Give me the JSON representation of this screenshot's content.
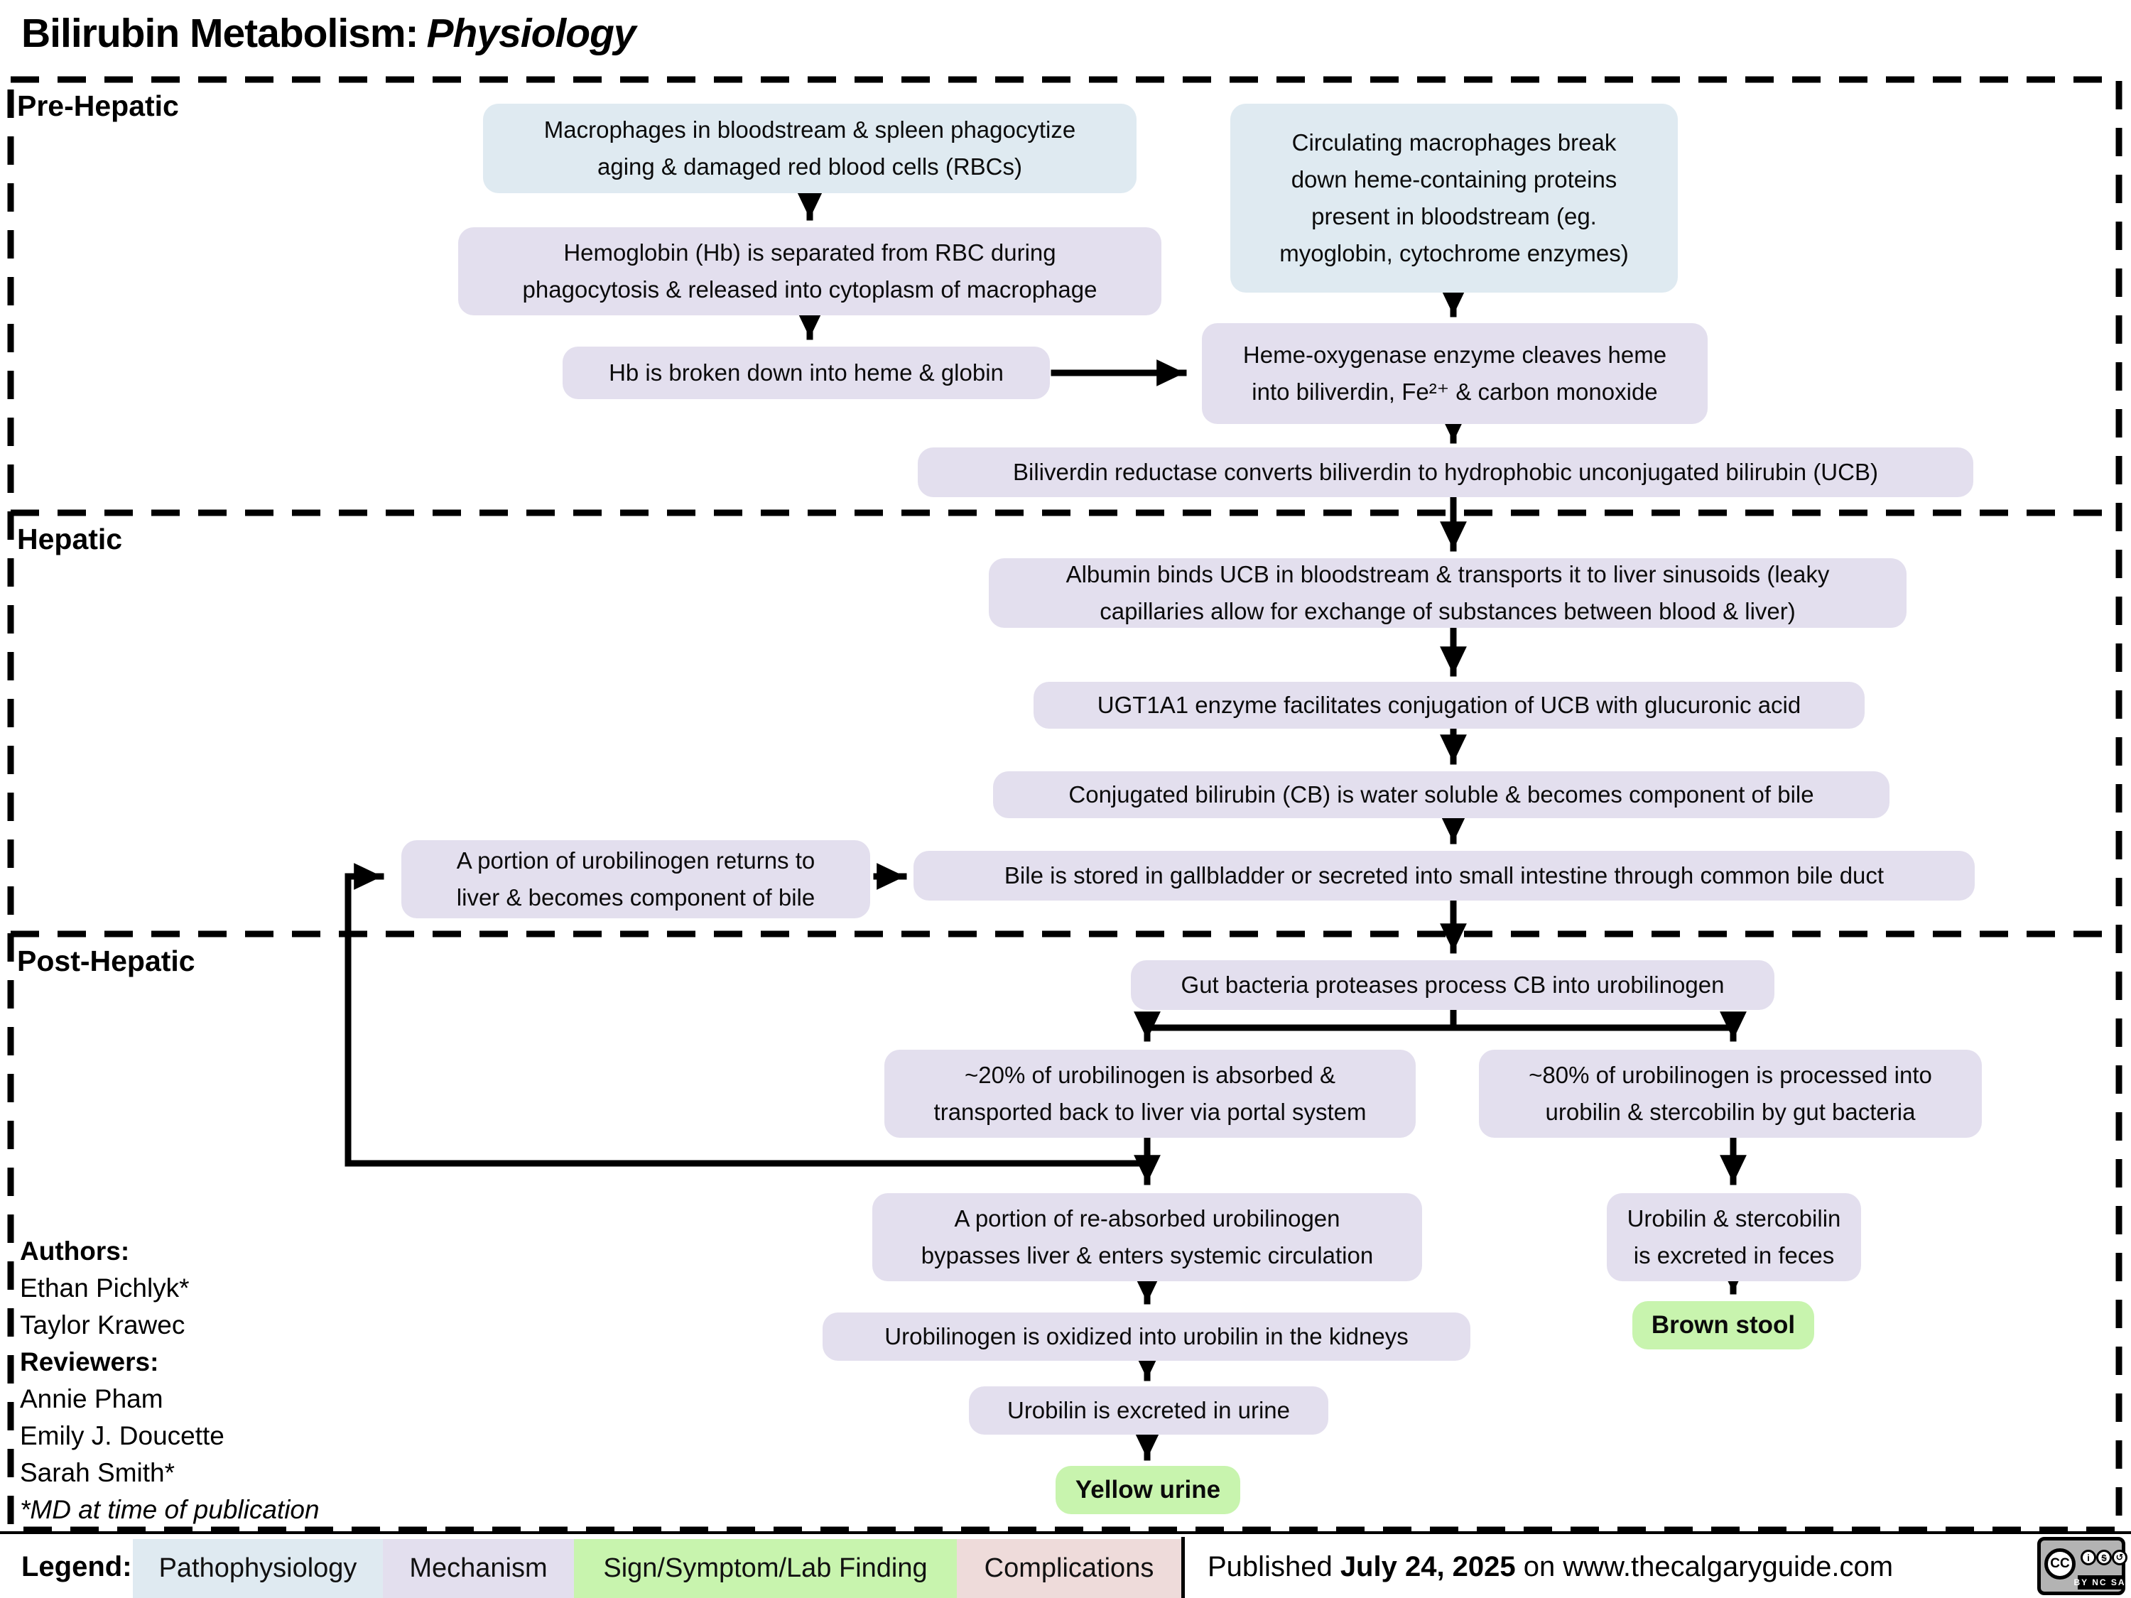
{
  "title": {
    "prefix": "Bilirubin Metabolism:",
    "emphasis": "Physiology"
  },
  "sections": {
    "pre_hepatic": {
      "label": "Pre-Hepatic"
    },
    "hepatic": {
      "label": "Hepatic"
    },
    "post_hepatic": {
      "label": "Post-Hepatic"
    }
  },
  "nodes": {
    "macrophages_rbc": {
      "category": "pathophysiology",
      "text": "Macrophages in bloodstream & spleen phagocytize\naging & damaged red blood cells (RBCs)"
    },
    "circulating_macrophages": {
      "category": "pathophysiology",
      "text": "Circulating macrophages break\ndown heme-containing proteins\npresent in bloodstream (eg.\nmyoglobin, cytochrome enzymes)"
    },
    "hemoglobin_separated": {
      "category": "mechanism",
      "text": "Hemoglobin (Hb) is separated from RBC during\nphagocytosis & released into cytoplasm of macrophage"
    },
    "hb_broken_down": {
      "category": "mechanism",
      "text": "Hb is broken down into heme & globin"
    },
    "heme_oxygenase": {
      "category": "mechanism",
      "text": "Heme-oxygenase enzyme cleaves heme\ninto biliverdin, Fe²⁺ & carbon monoxide"
    },
    "biliverdin_reductase": {
      "category": "mechanism",
      "text": "Biliverdin reductase converts biliverdin to hydrophobic unconjugated bilirubin (UCB)"
    },
    "albumin_binds": {
      "category": "mechanism",
      "text": "Albumin binds UCB in bloodstream & transports it to liver sinusoids (leaky\ncapillaries allow for exchange of substances between blood & liver)"
    },
    "ugt1a1": {
      "category": "mechanism",
      "text": "UGT1A1 enzyme facilitates conjugation of UCB with glucuronic acid"
    },
    "conjugated_bilirubin": {
      "category": "mechanism",
      "text": "Conjugated bilirubin (CB) is water soluble & becomes component of bile"
    },
    "urobilinogen_returns": {
      "category": "mechanism",
      "text": "A portion of urobilinogen returns to\nliver & becomes component of bile"
    },
    "bile_stored": {
      "category": "mechanism",
      "text": "Bile is stored in gallbladder or secreted into small intestine through common bile duct"
    },
    "gut_bacteria": {
      "category": "mechanism",
      "text": "Gut bacteria proteases process CB into urobilinogen"
    },
    "twenty_percent": {
      "category": "mechanism",
      "text": "~20% of urobilinogen is absorbed &\ntransported back to liver via portal system"
    },
    "eighty_percent": {
      "category": "mechanism",
      "text": "~80% of urobilinogen is processed into\nurobilin & stercobilin by gut bacteria"
    },
    "reabsorbed_bypasses": {
      "category": "mechanism",
      "text": "A portion of re-absorbed urobilinogen\nbypasses liver & enters systemic circulation"
    },
    "urobilinogen_oxidized": {
      "category": "mechanism",
      "text": "Urobilinogen is oxidized into urobilin in the kidneys"
    },
    "urobilin_excreted": {
      "category": "mechanism",
      "text": "Urobilin is excreted in urine"
    },
    "yellow_urine": {
      "category": "sign",
      "text": "Yellow urine"
    },
    "urobilin_stercobilin_feces": {
      "category": "mechanism",
      "text": "Urobilin & stercobilin\nis excreted in feces"
    },
    "brown_stool": {
      "category": "sign",
      "text": "Brown stool"
    }
  },
  "credits": {
    "lines": [
      {
        "text": "Authors:"
      },
      {
        "text": "Ethan Pichlyk*"
      },
      {
        "text": "Taylor Krawec"
      },
      {
        "text": "Reviewers:"
      },
      {
        "text": "Annie Pham"
      },
      {
        "text": "Emily J. Doucette"
      },
      {
        "text": "Sarah Smith*"
      },
      {
        "text": "*MD at time of publication"
      }
    ]
  },
  "legend": {
    "label": "Legend:",
    "items": [
      {
        "label": "Pathophysiology",
        "color": "#dfeaf1"
      },
      {
        "label": "Mechanism",
        "color": "#e3dfee"
      },
      {
        "label": "Sign/Symptom/Lab Finding",
        "color": "#c8f4ae"
      },
      {
        "label": "Complications",
        "color": "#eedbda"
      }
    ]
  },
  "footer": {
    "published_prefix": "Published",
    "published_date": "July 24, 2025",
    "published_suffix": " on www.thecalgaryguide.com",
    "license": {
      "cc": "CC",
      "by": "i",
      "nc": "$",
      "sa": "↺",
      "caption": "BY NC SA"
    }
  }
}
